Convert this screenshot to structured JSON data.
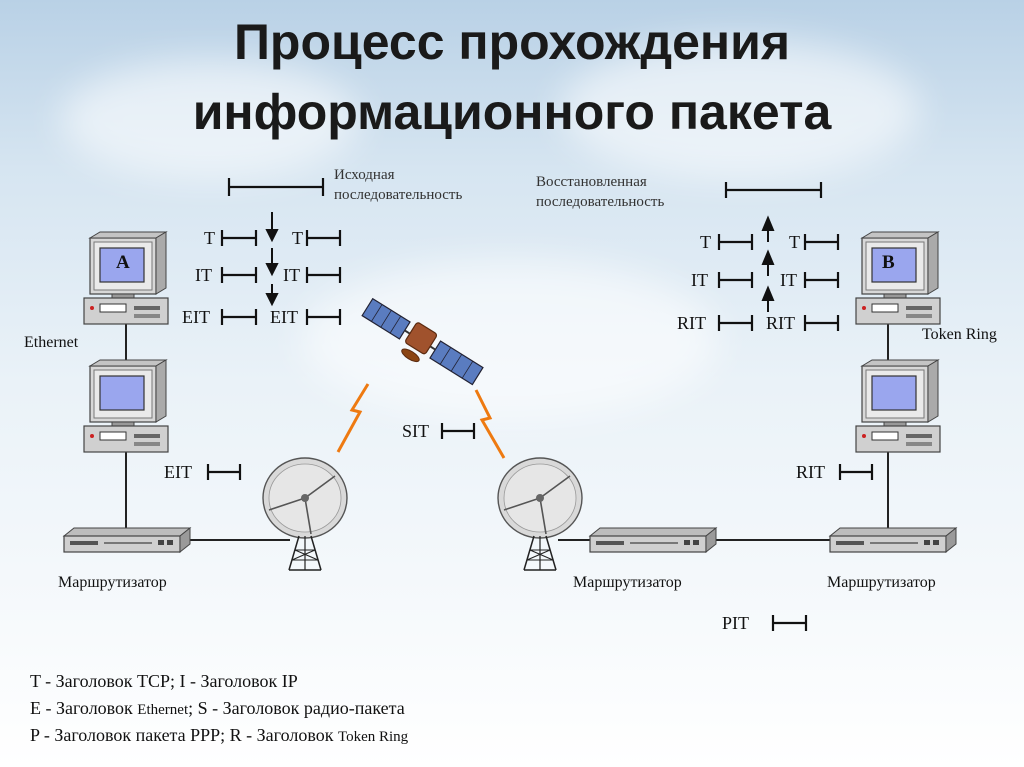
{
  "title": {
    "line1": "Процесс прохождения",
    "line2": "информационного пакета"
  },
  "captions": {
    "source_line1": "Исходная",
    "source_line2": "последовательность",
    "restored_line1": "Восстановленная",
    "restored_line2": "последовательность"
  },
  "computers": {
    "a": "A",
    "b": "B"
  },
  "networks": {
    "left": "Ethernet",
    "right": "Token Ring"
  },
  "routers": {
    "left": "Маршрутизатор",
    "middle": "Маршрутизатор",
    "right": "Маршрутизатор"
  },
  "packets": {
    "left_col1": [
      "T",
      "IT",
      "EIT"
    ],
    "left_col2": [
      "T",
      "IT",
      "EIT"
    ],
    "right_col1": [
      "T",
      "IT",
      "RIT"
    ],
    "right_col2": [
      "T",
      "IT",
      "RIT"
    ],
    "left_link": "EIT",
    "radio": "SIT",
    "right_link": "RIT",
    "ppp": "PIT"
  },
  "legend": {
    "line1_a": "T - Заголовок TCP; I - Заголовок IP",
    "line2_a": "E - Заголовок ",
    "line2_b": "Ethernet",
    "line2_c": "; S - Заголовок радио-пакета",
    "line3_a": "P - Заголовок пакета PPP; R - Заголовок ",
    "line3_b": "Token Ring"
  },
  "colors": {
    "background_top": "#b9d1e6",
    "background_bottom": "#ffffff",
    "radio_wave": "#ee7a11",
    "monitor_screen": "#9aa6ee",
    "solar_panel": "#5a7cc0",
    "satellite_body": "#a0522d"
  }
}
